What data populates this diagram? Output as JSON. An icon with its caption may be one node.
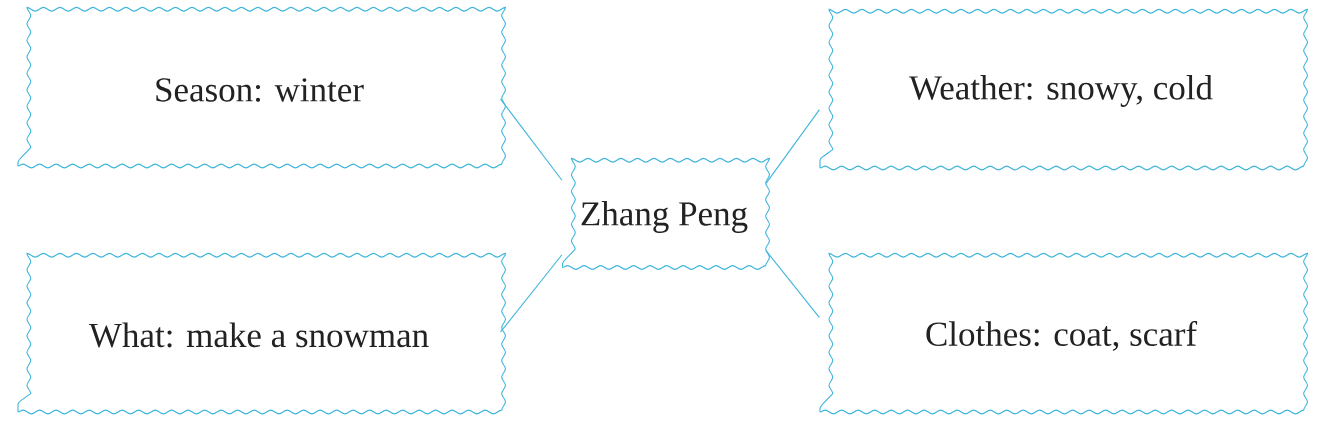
{
  "diagram": {
    "nodes": [
      {
        "text": [
          "Season: winter"
        ]
      },
      {
        "text": [
          "Weather: snowy, cold"
        ]
      },
      {
        "text": [
          "Zhang Peng"
        ]
      },
      {
        "text": [
          "What: make a snowman"
        ]
      },
      {
        "text": [
          "Clothes: coat, scarf"
        ]
      }
    ],
    "edges": [
      {
        "from": 2,
        "to": 0,
        "arrow": "none"
      },
      {
        "from": 2,
        "to": 1,
        "arrow": "none"
      },
      {
        "from": 2,
        "to": 3,
        "arrow": "none"
      },
      {
        "from": 2,
        "to": 4,
        "arrow": "none"
      }
    ]
  }
}
